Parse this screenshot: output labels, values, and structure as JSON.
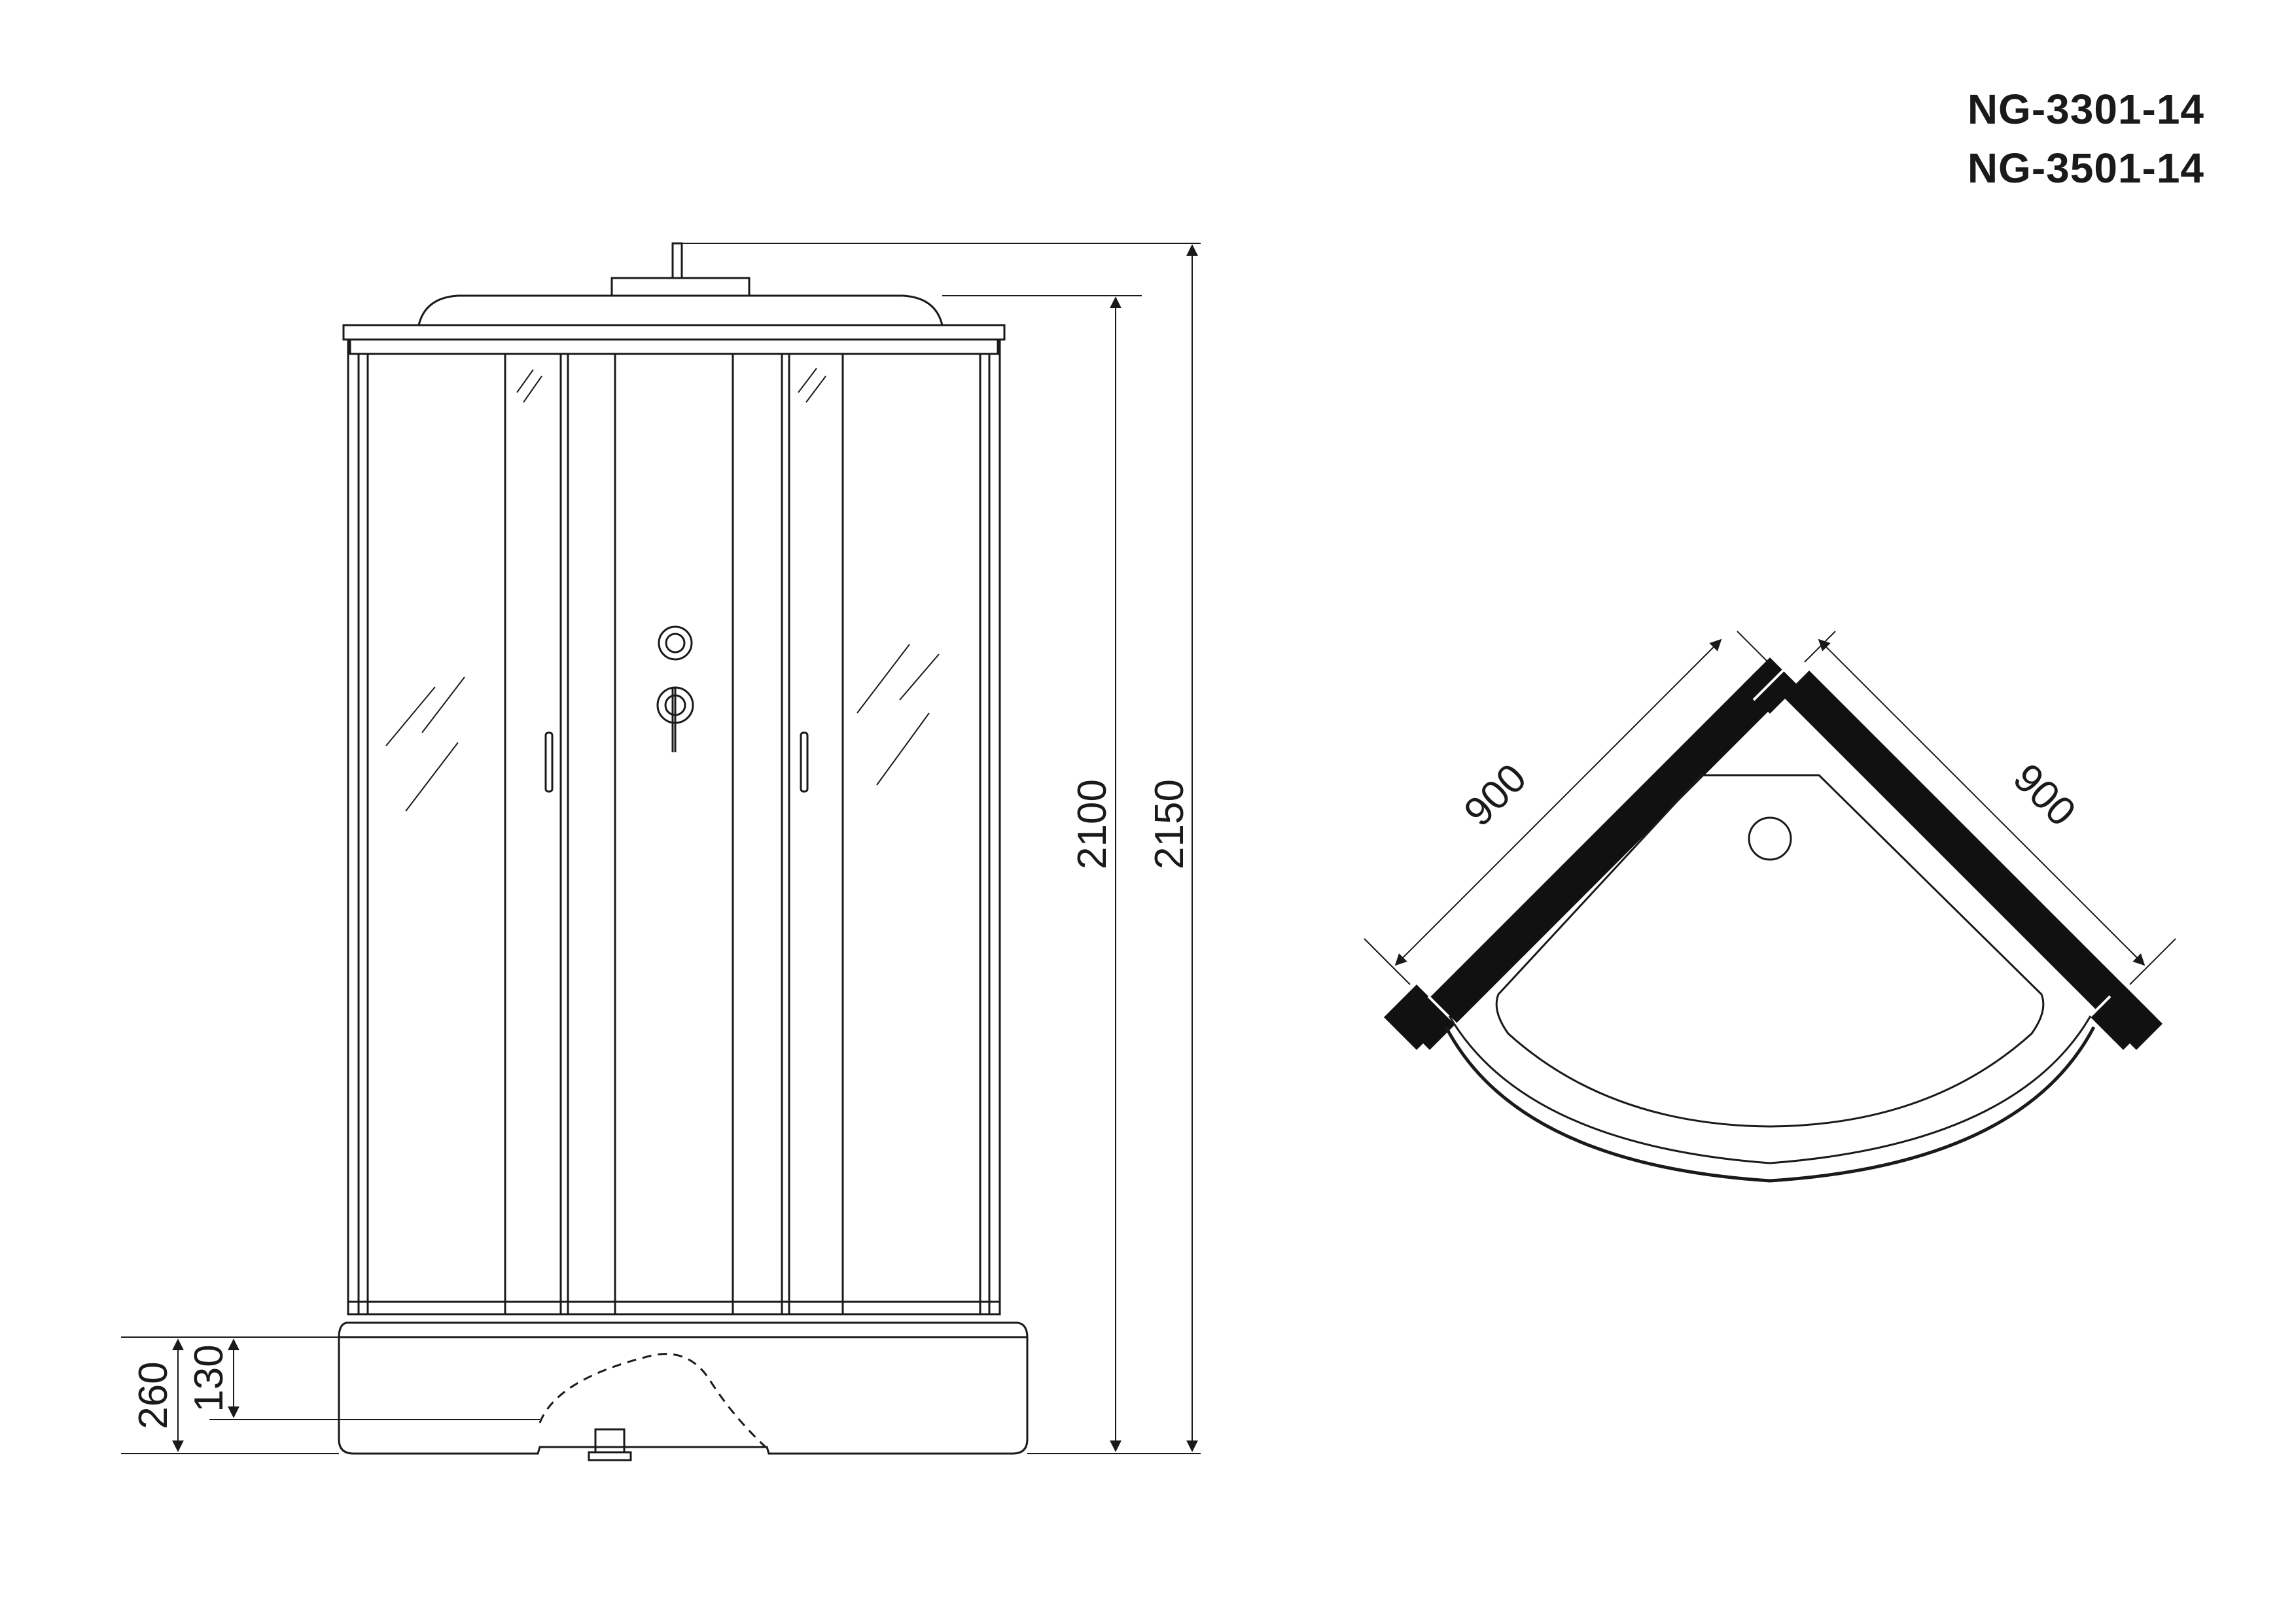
{
  "models": [
    "NG-3301-14",
    "NG-3501-14"
  ],
  "dimensions": {
    "total_height": "2150",
    "cabin_height": "2100",
    "tray_height": "260",
    "tray_inner_height": "130",
    "side_left": "900",
    "side_right": "900"
  },
  "colors": {
    "line": "#1a1a1a",
    "background": "#ffffff"
  }
}
